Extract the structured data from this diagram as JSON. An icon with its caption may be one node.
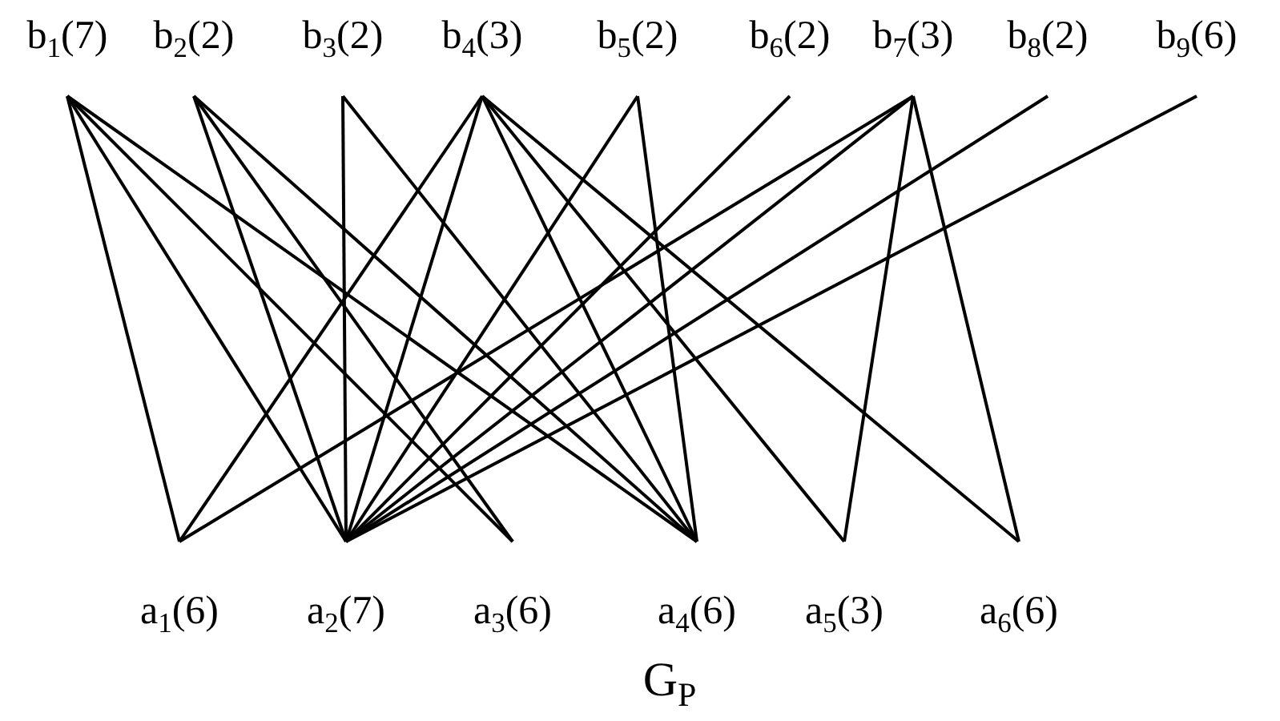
{
  "diagram": {
    "caption": "G$_{P}$",
    "nodes": [
      {
        "text": [
          "b$_{1}$(7)"
        ]
      },
      {
        "text": [
          "b$_{2}$(2)"
        ]
      },
      {
        "text": [
          "b$_{3}$(2)"
        ]
      },
      {
        "text": [
          "b$_{4}$(3)"
        ]
      },
      {
        "text": [
          "b$_{5}$(2)"
        ]
      },
      {
        "text": [
          "b$_{6}$(2)"
        ]
      },
      {
        "text": [
          "b$_{7}$(3)"
        ]
      },
      {
        "text": [
          "b$_{8}$(2)"
        ]
      },
      {
        "text": [
          "b$_{9}$(6)"
        ]
      },
      {
        "text": [
          "a$_{1}$(6)"
        ]
      },
      {
        "text": [
          "a$_{2}$(7)"
        ]
      },
      {
        "text": [
          "a$_{3}$(6)"
        ]
      },
      {
        "text": [
          "a$_{4}$(6)"
        ]
      },
      {
        "text": [
          "a$_{5}$(3)"
        ]
      },
      {
        "text": [
          "a$_{6}$(6)"
        ]
      }
    ],
    "edges": [
      {
        "from": 0,
        "to": 9,
        "arrow": "none"
      },
      {
        "from": 0,
        "to": 10,
        "arrow": "none"
      },
      {
        "from": 0,
        "to": 11,
        "arrow": "none"
      },
      {
        "from": 0,
        "to": 12,
        "arrow": "none"
      },
      {
        "from": 1,
        "to": 10,
        "arrow": "none"
      },
      {
        "from": 1,
        "to": 11,
        "arrow": "none"
      },
      {
        "from": 1,
        "to": 12,
        "arrow": "none"
      },
      {
        "from": 2,
        "to": 10,
        "arrow": "none"
      },
      {
        "from": 2,
        "to": 12,
        "arrow": "none"
      },
      {
        "from": 3,
        "to": 9,
        "arrow": "none"
      },
      {
        "from": 3,
        "to": 10,
        "arrow": "none"
      },
      {
        "from": 3,
        "to": 12,
        "arrow": "none"
      },
      {
        "from": 3,
        "to": 13,
        "arrow": "none"
      },
      {
        "from": 3,
        "to": 14,
        "arrow": "none"
      },
      {
        "from": 4,
        "to": 10,
        "arrow": "none"
      },
      {
        "from": 4,
        "to": 12,
        "arrow": "none"
      },
      {
        "from": 5,
        "to": 10,
        "arrow": "none"
      },
      {
        "from": 6,
        "to": 9,
        "arrow": "none"
      },
      {
        "from": 6,
        "to": 10,
        "arrow": "none"
      },
      {
        "from": 6,
        "to": 13,
        "arrow": "none"
      },
      {
        "from": 6,
        "to": 14,
        "arrow": "none"
      },
      {
        "from": 7,
        "to": 10,
        "arrow": "none"
      },
      {
        "from": 8,
        "to": 10,
        "arrow": "none"
      }
    ]
  }
}
